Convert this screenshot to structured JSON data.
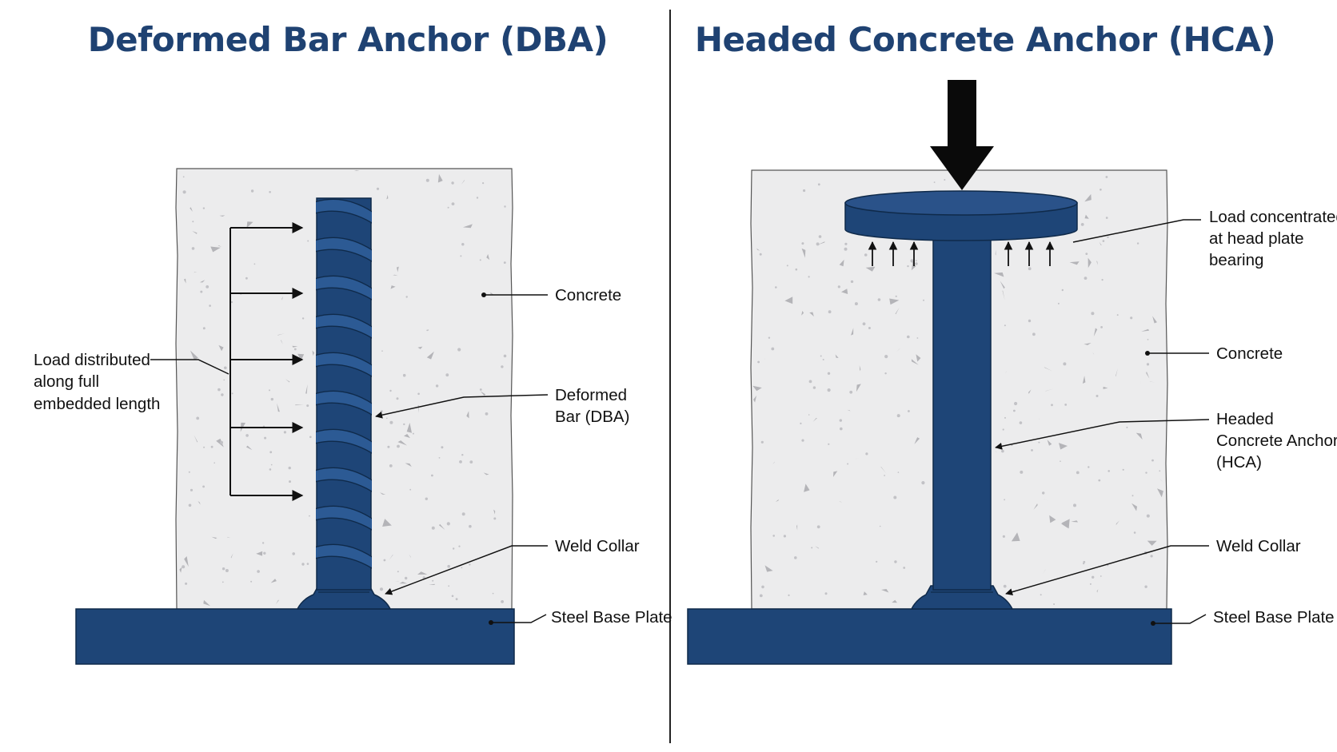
{
  "colors": {
    "title": "#1f4272",
    "steel": "#1e4577",
    "steel_dark": "#16365f",
    "steel_highlight": "#4a6fa0",
    "concrete": "#ececed",
    "concrete_speck": "#b8b8bc",
    "line": "#111111",
    "divider": "#222222"
  },
  "left_panel": {
    "title": "Deformed Bar Anchor (DBA)",
    "labels": {
      "load": [
        "Load distributed",
        "along full",
        "embedded length"
      ],
      "concrete": "Concrete",
      "bar": [
        "Deformed",
        "Bar (DBA)"
      ],
      "weld_collar": "Weld Collar",
      "base_plate": "Steel Base Plate"
    }
  },
  "right_panel": {
    "title": "Headed Concrete Anchor (HCA)",
    "labels": {
      "head_load": [
        "Load concentrated",
        "at head plate",
        "bearing"
      ],
      "concrete": "Concrete",
      "anchor": [
        "Headed",
        "Concrete Anchor",
        "(HCA)"
      ],
      "weld_collar": "Weld Collar",
      "base_plate": "Steel Base Plate"
    }
  }
}
